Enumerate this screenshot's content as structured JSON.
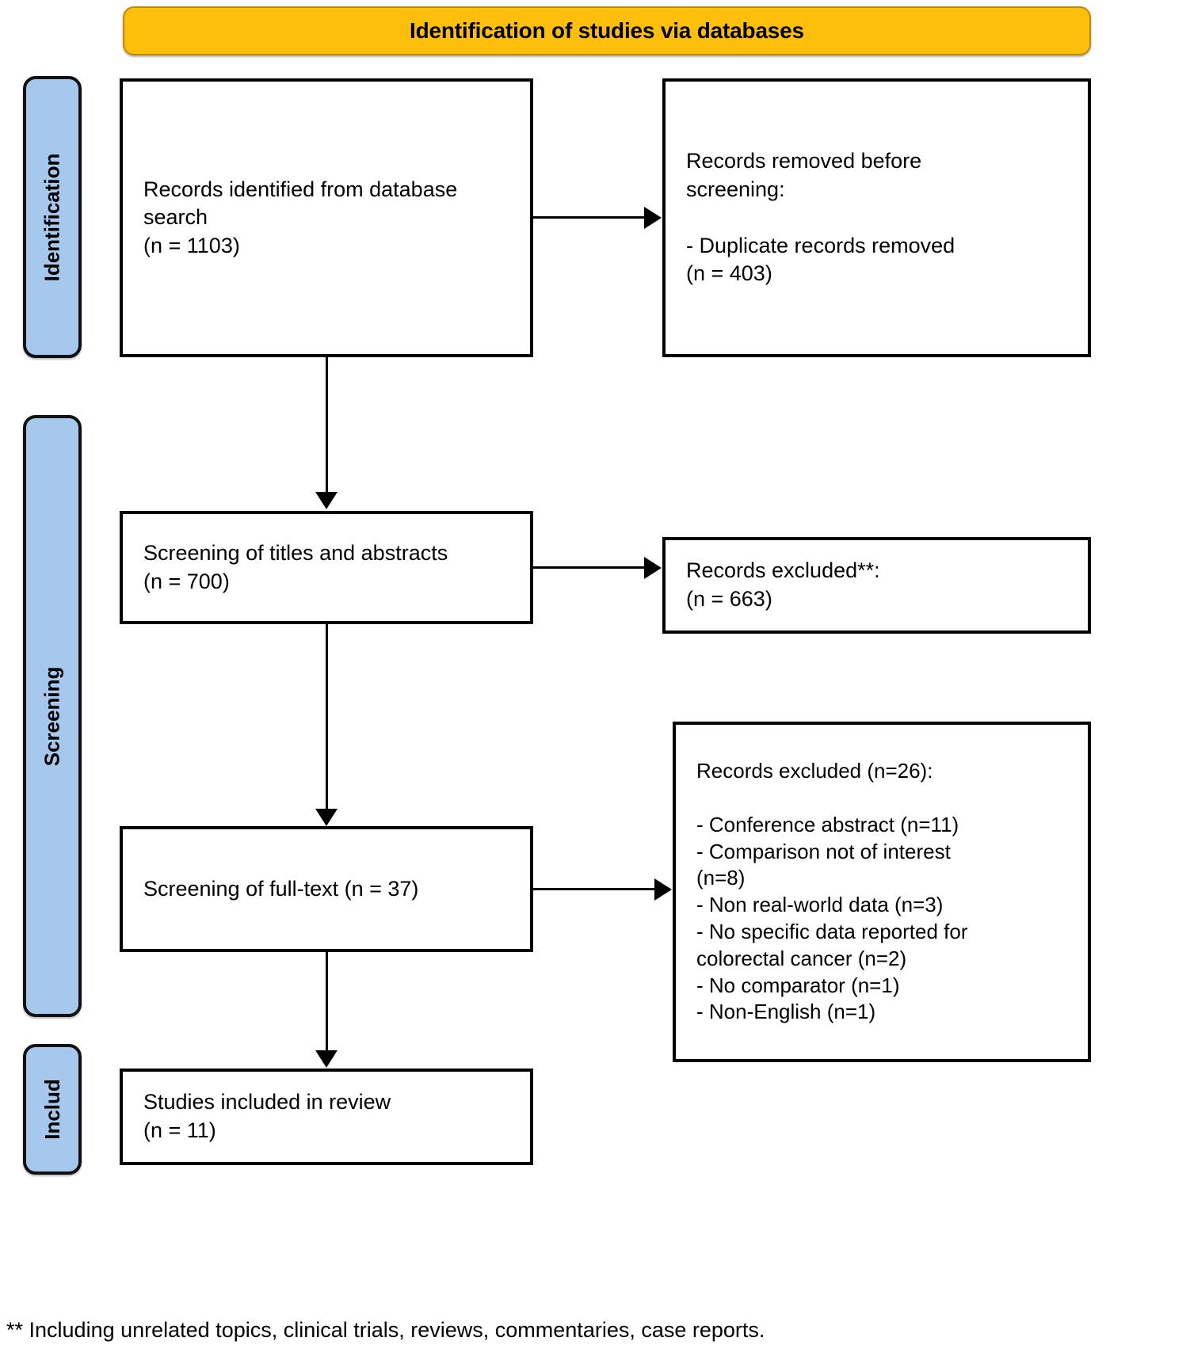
{
  "banner": {
    "title": "Identification of studies via databases"
  },
  "phases": [
    {
      "id": "identification",
      "label": "Identification"
    },
    {
      "id": "screening",
      "label": "Screening"
    },
    {
      "id": "included",
      "label": "Includ"
    }
  ],
  "boxes": {
    "identified": {
      "lines": [
        "Records identified from database",
        "search",
        "(n = 1103)"
      ]
    },
    "removed_before_screening": {
      "lines": [
        "Records removed before",
        "screening:"
      ],
      "lines2": [
        "- Duplicate records removed",
        "(n = 403)"
      ]
    },
    "screening_titles_abstracts": {
      "lines": [
        "Screening of titles and abstracts",
        "(n = 700)"
      ]
    },
    "records_excluded_ta": {
      "lines": [
        "Records excluded**:",
        "(n = 663)"
      ]
    },
    "screening_fulltext": {
      "lines": [
        "Screening of full-text (n = 37)"
      ]
    },
    "records_excluded_ft": {
      "heading": "Records excluded (n=26):",
      "reasons": [
        "- Conference abstract (n=11)",
        "- Comparison not of interest",
        "(n=8)",
        "- Non real-world data (n=3)",
        "- No specific data reported for",
        "colorectal cancer (n=2)",
        "- No comparator (n=1)",
        "- Non-English (n=1)"
      ]
    },
    "included": {
      "lines": [
        "Studies included in review",
        "(n = 11)"
      ]
    }
  },
  "footnote": {
    "text": "** Including unrelated topics, clinical trials, reviews, commentaries, case reports."
  },
  "colors": {
    "banner_fill": "#FDBE0C",
    "banner_border": "#C08A08",
    "phase_fill": "#A6C8EC",
    "box_border": "#000000",
    "text": "#000000"
  }
}
